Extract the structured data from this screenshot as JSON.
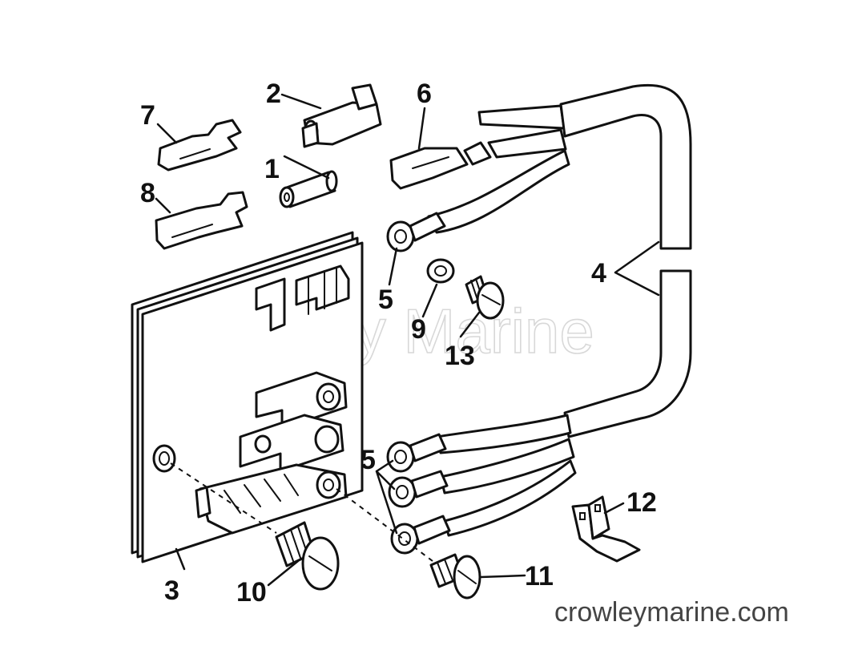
{
  "watermark": {
    "text": "Crowley Marine"
  },
  "footer": {
    "url": "crowleymarine.com"
  },
  "callouts": [
    {
      "id": "c1",
      "label": "1"
    },
    {
      "id": "c2",
      "label": "2"
    },
    {
      "id": "c3",
      "label": "3"
    },
    {
      "id": "c4",
      "label": "4"
    },
    {
      "id": "c5a",
      "label": "5"
    },
    {
      "id": "c5b",
      "label": "5"
    },
    {
      "id": "c6",
      "label": "6"
    },
    {
      "id": "c7",
      "label": "7"
    },
    {
      "id": "c8",
      "label": "8"
    },
    {
      "id": "c9",
      "label": "9"
    },
    {
      "id": "c10",
      "label": "10"
    },
    {
      "id": "c11",
      "label": "11"
    },
    {
      "id": "c12",
      "label": "12"
    },
    {
      "id": "c13",
      "label": "13"
    }
  ],
  "colors": {
    "line": "#111111",
    "background": "#ffffff",
    "watermark": "#d8d8d8",
    "footer_text": "#444444"
  }
}
